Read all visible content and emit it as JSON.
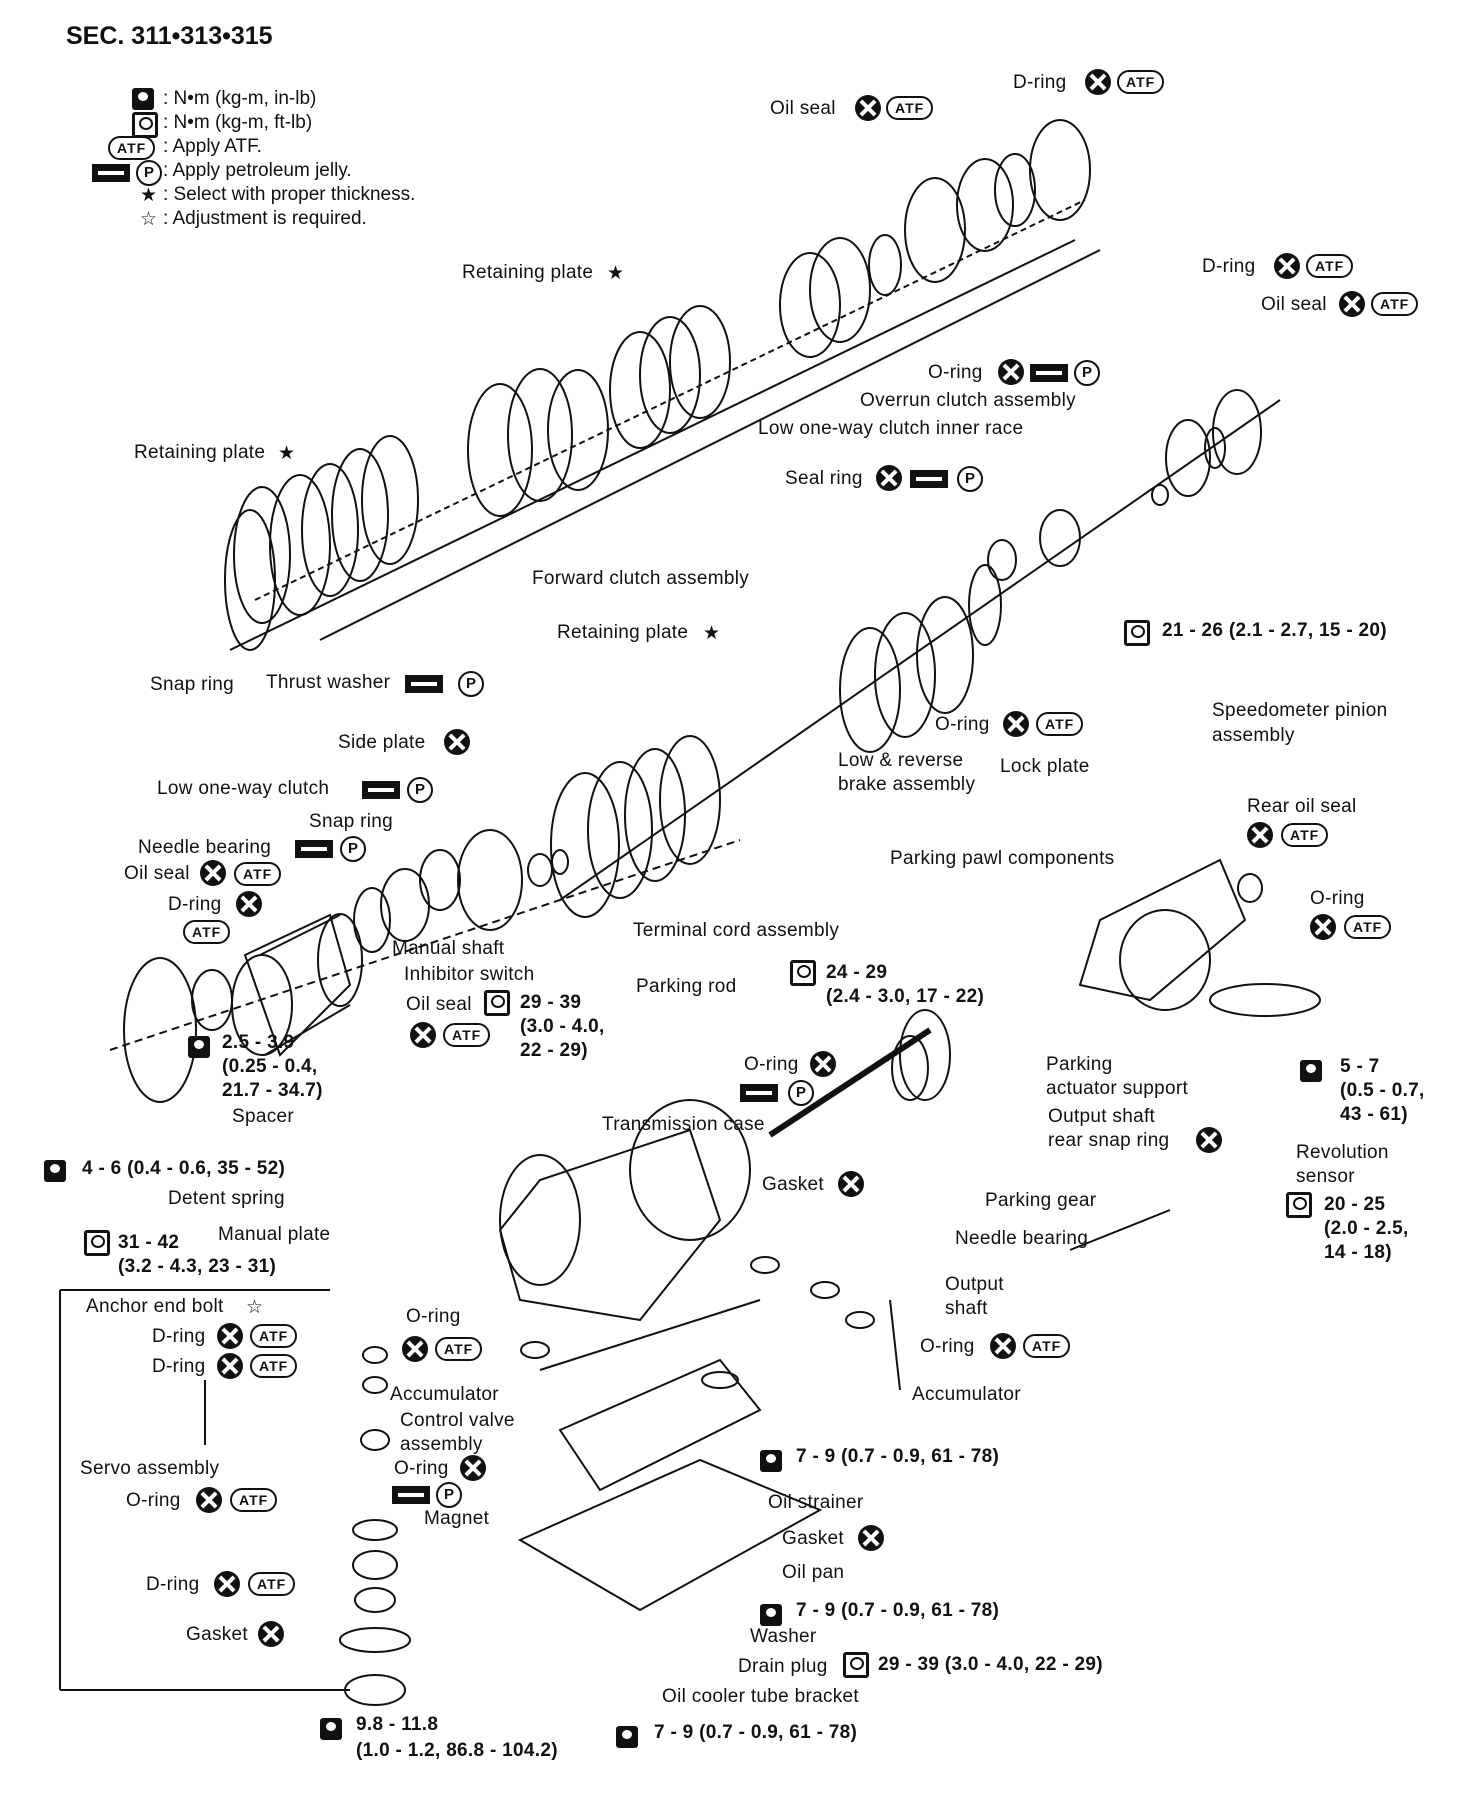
{
  "header": {
    "section": "SEC. 311•313•315"
  },
  "legend": {
    "torque_in_lb": ": N•m (kg-m, in-lb)",
    "torque_ft_lb": ": N•m (kg-m, ft-lb)",
    "apply_atf": ": Apply ATF.",
    "apply_jelly": ": Apply petroleum jelly.",
    "select_thickness": ": Select with proper thickness.",
    "adjustment": ": Adjustment is required.",
    "atf_symbol": "ATF",
    "p_symbol": "P",
    "star_symbol": "★",
    "open_star_symbol": "☆"
  },
  "labels": {
    "oil_seal_top": "Oil seal",
    "d_ring_top": "D-ring",
    "retaining_plate_1": "Retaining plate",
    "d_ring_right": "D-ring",
    "oil_seal_right": "Oil seal",
    "o_ring_overrun": "O-ring",
    "overrun_clutch": "Overrun clutch assembly",
    "low_one_way_inner": "Low one-way clutch inner race",
    "retaining_plate_2": "Retaining plate",
    "seal_ring": "Seal ring",
    "forward_clutch": "Forward clutch assembly",
    "torque_21": "21 - 26 (2.1 - 2.7, 15 - 20)",
    "retaining_plate_3": "Retaining plate",
    "snap_ring_left": "Snap ring",
    "thrust_washer": "Thrust washer",
    "side_plate": "Side plate",
    "o_ring_speedo": "O-ring",
    "speedometer_1": "Speedometer pinion",
    "speedometer_2": "assembly",
    "low_reverse_1": "Low & reverse",
    "low_reverse_2": "brake assembly",
    "lock_plate": "Lock plate",
    "low_one_way": "Low one-way clutch",
    "snap_ring_mid": "Snap ring",
    "needle_bearing_top": "Needle bearing",
    "rear_oil_seal": "Rear oil seal",
    "oil_seal_left": "Oil seal",
    "parking_pawl": "Parking pawl components",
    "d_ring_left": "D-ring",
    "o_ring_right": "O-ring",
    "terminal_cord": "Terminal cord assembly",
    "manual_shaft": "Manual shaft",
    "torque_24_a": "24 - 29",
    "torque_24_b": "(2.4 - 3.0, 17 - 22)",
    "inhibitor_switch": "Inhibitor switch",
    "parking_rod": "Parking rod",
    "oil_seal_inhib": "Oil seal",
    "torque_29_a": "29 - 39",
    "torque_29_b": "(3.0 - 4.0,",
    "torque_29_c": "22 - 29)",
    "torque_25_a": "2.5 - 3.9",
    "torque_25_b": "(0.25 - 0.4,",
    "torque_25_c": "21.7 - 34.7)",
    "o_ring_rod": "O-ring",
    "parking_actuator_1": "Parking",
    "parking_actuator_2": "actuator support",
    "torque_5_a": "5 - 7",
    "torque_5_b": "(0.5 - 0.7,",
    "torque_5_c": "43 - 61)",
    "spacer": "Spacer",
    "output_snap_1": "Output shaft",
    "output_snap_2": "rear snap ring",
    "transmission_case": "Transmission case",
    "revolution_1": "Revolution",
    "revolution_2": "sensor",
    "torque_4": "4 - 6 (0.4 - 0.6, 35 - 52)",
    "gasket_case": "Gasket",
    "detent_spring": "Detent spring",
    "parking_gear": "Parking gear",
    "torque_20_a": "20 - 25",
    "torque_20_b": "(2.0 - 2.5,",
    "torque_20_c": "14 - 18)",
    "manual_plate": "Manual plate",
    "needle_bearing_bottom": "Needle bearing",
    "torque_31_a": "31 - 42",
    "torque_31_b": "(3.2 - 4.3, 23 - 31)",
    "output_shaft_1": "Output",
    "output_shaft_2": "shaft",
    "anchor_end_bolt": "Anchor end bolt",
    "o_ring_acc": "O-ring",
    "d_ring_servo_1": "D-ring",
    "o_ring_acc_right": "O-ring",
    "d_ring_servo_2": "D-ring",
    "accumulator_left": "Accumulator",
    "accumulator_right": "Accumulator",
    "control_valve_1": "Control valve",
    "control_valve_2": "assembly",
    "servo_assembly": "Servo assembly",
    "o_ring_cv": "O-ring",
    "torque_7_a": "7 - 9 (0.7 - 0.9, 61 - 78)",
    "o_ring_servo": "O-ring",
    "magnet": "Magnet",
    "oil_strainer": "Oil strainer",
    "gasket_pan": "Gasket",
    "oil_pan": "Oil pan",
    "d_ring_servo_3": "D-ring",
    "torque_7_b": "7 - 9 (0.7 - 0.9, 61 - 78)",
    "gasket_servo": "Gasket",
    "washer": "Washer",
    "drain_plug": "Drain plug",
    "torque_29_drain": "29 - 39 (3.0 - 4.0, 22 - 29)",
    "oil_cooler": "Oil cooler tube bracket",
    "torque_9_a": "9.8 - 11.8",
    "torque_9_b": "(1.0 - 1.2, 86.8 - 104.2)",
    "torque_7_c": "7 - 9 (0.7 - 0.9, 61 - 78)"
  }
}
